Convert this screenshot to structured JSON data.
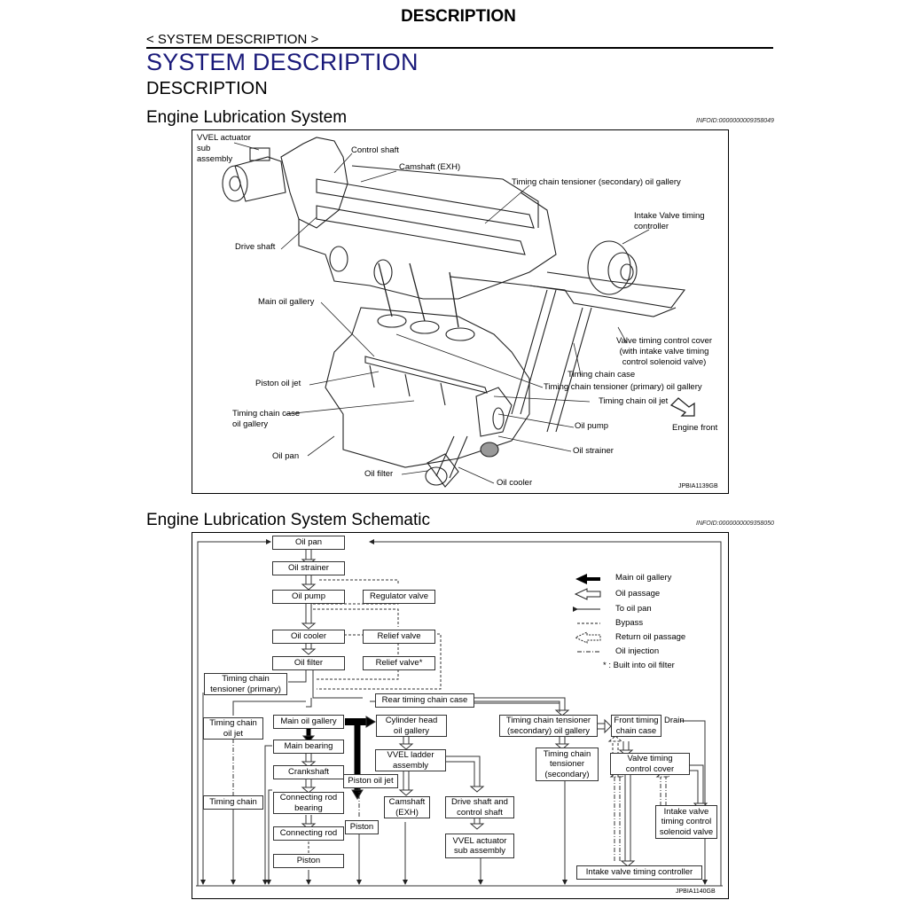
{
  "page": {
    "header": "DESCRIPTION",
    "breadcrumb": "< SYSTEM DESCRIPTION >",
    "title": "SYSTEM DESCRIPTION",
    "subtitle": "DESCRIPTION"
  },
  "section1": {
    "heading": "Engine  Lubrication  System",
    "infoid": "INFOID:0000000009358049",
    "figure_code": "JPBIA1139GB",
    "labels": {
      "vvel": "VVEL actuator\nsub\nassembly",
      "control_shaft": "Control shaft",
      "camshaft": "Camshaft (EXH)",
      "tct_secondary": "Timing chain tensioner (secondary) oil gallery",
      "ivtc": "Intake Valve timing\ncontroller",
      "drive_shaft": "Drive shaft",
      "main_gallery": "Main oil gallery",
      "vtc_cover": "Valve timing control cover\n(with intake valve timing\ncontrol solenoid valve)",
      "tc_case": "Timing chain case",
      "tct_primary": "Timing chain tensioner (primary) oil gallery",
      "piston_jet": "Piston oil jet",
      "tc_oil_jet": "Timing chain oil jet",
      "tc_case_gallery": "Timing chain case\noil gallery",
      "oil_pump": "Oil pump",
      "engine_front": "Engine front",
      "oil_strainer": "Oil strainer",
      "oil_pan": "Oil pan",
      "oil_filter": "Oil filter",
      "oil_cooler": "Oil cooler"
    }
  },
  "section2": {
    "heading": "Engine Lubrication System Schematic",
    "infoid": "INFOID:0000000009358050",
    "figure_code": "JPBIA1140GB",
    "boxes": {
      "oil_pan": "Oil pan",
      "oil_strainer": "Oil strainer",
      "oil_pump": "Oil pump",
      "regulator_valve": "Regulator valve",
      "oil_cooler": "Oil cooler",
      "relief_valve": "Relief valve",
      "oil_filter": "Oil filter",
      "relief_valve_star": "Relief valve*",
      "tct_primary": "Timing chain\ntensioner (primary)",
      "rear_tc_case": "Rear timing chain case",
      "tc_oil_jet": "Timing chain\noil jet",
      "main_gallery": "Main oil gallery",
      "cyl_head_gallery": "Cylinder head\noil gallery",
      "tct_secondary_gallery": "Timing chain tensioner\n(secondary) oil gallery",
      "front_tc_case": "Front timing\nchain case",
      "drain": "Drain",
      "main_bearing": "Main bearing",
      "vvel_ladder": "VVEL ladder\nassembly",
      "tct_secondary": "Timing chain\ntensioner\n(secondary)",
      "vtc_cover": "Valve timing\ncontrol cover",
      "crankshaft": "Crankshaft",
      "piston_oil_jet": "Piston oil jet",
      "timing_chain": "Timing chain",
      "conrod_bearing": "Connecting rod\nbearing",
      "camshaft": "Camshaft\n(EXH)",
      "drive_control_shaft": "Drive shaft and\ncontrol shaft",
      "ivtc_solenoid": "Intake valve\ntiming control\nsolenoid valve",
      "piston_right": "Piston",
      "conrod": "Connecting rod",
      "vvel_actuator": "VVEL actuator\nsub assembly",
      "piston": "Piston",
      "ivtc": "Intake valve timing controller"
    },
    "legend": [
      {
        "icon": "solid-arrow-icon",
        "label": "Main oil gallery"
      },
      {
        "icon": "hollow-arrow-icon",
        "label": "Oil passage"
      },
      {
        "icon": "thin-arrow-icon",
        "label": "To oil pan"
      },
      {
        "icon": "dashed-arrow-icon",
        "label": "Bypass"
      },
      {
        "icon": "dashed-hollow-arrow-icon",
        "label": "Return oil passage"
      },
      {
        "icon": "dashdot-arrow-icon",
        "label": "Oil injection"
      }
    ],
    "legend_note": "* : Built into oil filter"
  },
  "colors": {
    "title_blue": "#1a1a7a"
  }
}
